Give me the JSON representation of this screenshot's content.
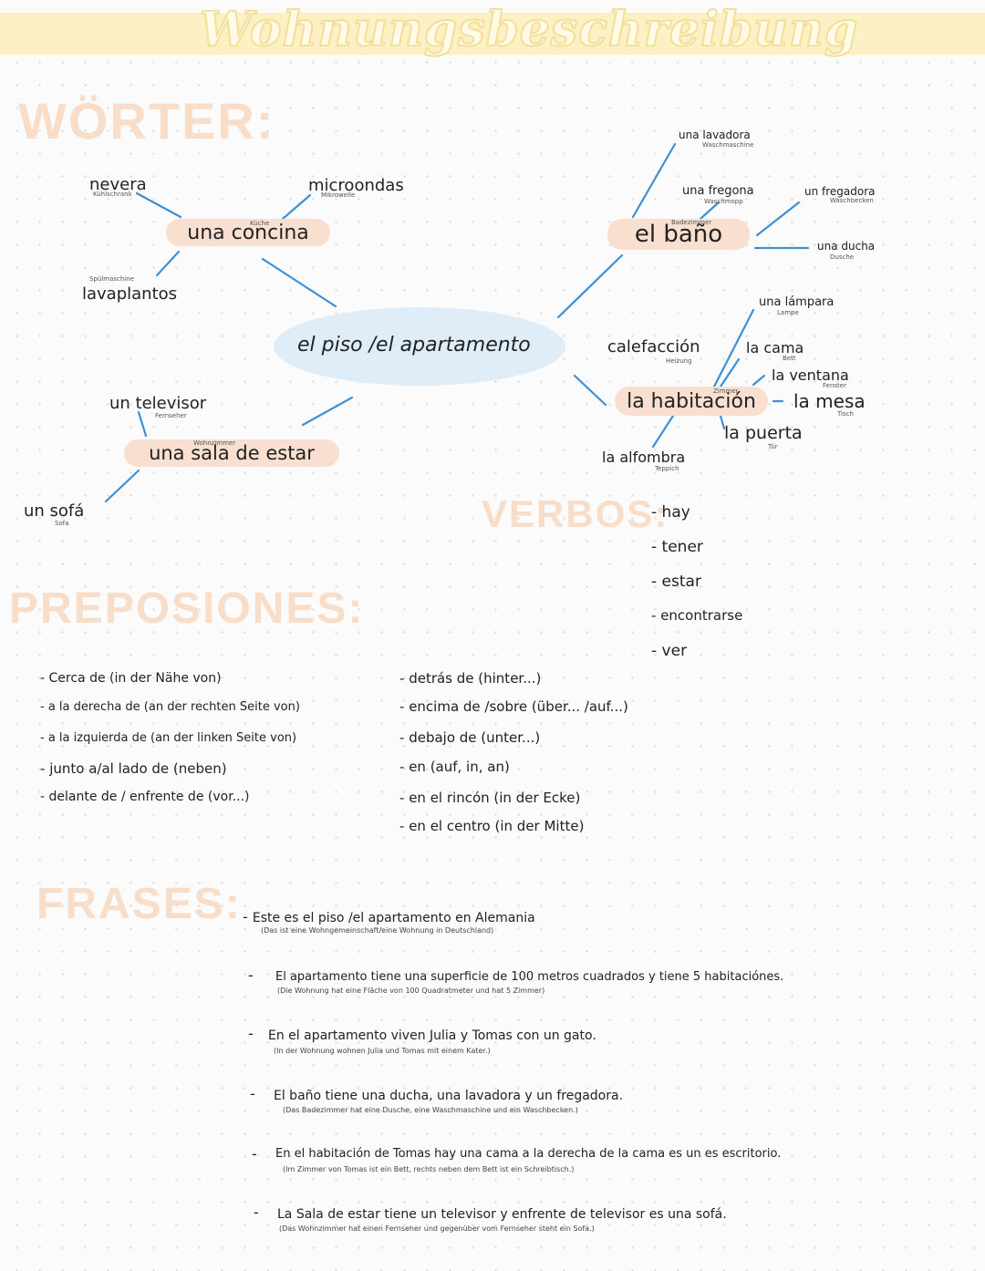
{
  "title": "Wohnungsbeschreibung",
  "colors": {
    "title_fill": "#fffbe6",
    "title_band": "#fbf1c4",
    "heading": "#f8ddc8",
    "room_bubble": "#f8dfd0",
    "center_bubble": "#dfedf9",
    "lines": "#3d8fd6"
  },
  "sections": {
    "woerter": "WÖRTER:",
    "verbos": "VERBOS:",
    "preposiciones": "PREPOSIONES:",
    "frases": "FRASES:"
  },
  "mindmap": {
    "center": "el piso /el apartamento",
    "cocina": {
      "label": "una concina",
      "de": "Küche",
      "items": [
        {
          "es": "nevera",
          "de": "Kühlschrank"
        },
        {
          "es": "microondas",
          "de": "Mikrowelle"
        },
        {
          "es": "lavaplantos",
          "de": "Spülmaschine"
        }
      ]
    },
    "sala": {
      "label": "una sala de estar",
      "de": "Wohnzimmer",
      "items": [
        {
          "es": "un televisor",
          "de": "Fernseher"
        },
        {
          "es": "un sofá",
          "de": "Sofa"
        }
      ]
    },
    "bano": {
      "label": "el baño",
      "de": "Badezimmer",
      "items": [
        {
          "es": "una lavadora",
          "de": "Waschmaschine"
        },
        {
          "es": "una fregona",
          "de": "Waschmopp"
        },
        {
          "es": "un fregadora",
          "de": "Waschbecken"
        },
        {
          "es": "una ducha",
          "de": "Dusche"
        }
      ]
    },
    "habitacion": {
      "label": "la habitación",
      "de": "Zimmer",
      "items": [
        {
          "es": "una lámpara",
          "de": "Lampe"
        },
        {
          "es": "calefacción",
          "de": "Heizung"
        },
        {
          "es": "la cama",
          "de": "Bett"
        },
        {
          "es": "la ventana",
          "de": "Fenster"
        },
        {
          "es": "la mesa",
          "de": "Tisch"
        },
        {
          "es": "la puerta",
          "de": "Tür"
        },
        {
          "es": "la alfombra",
          "de": "Teppich"
        }
      ]
    }
  },
  "verbos": [
    "hay",
    "tener",
    "estar",
    "encontrarse",
    "ver"
  ],
  "preposiciones_left": [
    "Cerca de (in der Nähe von)",
    "a la derecha de (an der rechten Seite von)",
    "a la izquierda de (an der linken Seite von)",
    "junto a/al lado de (neben)",
    "delante de / enfrente de (vor...)"
  ],
  "preposiciones_right": [
    "detrás de (hinter...)",
    "encima de /sobre (über... /auf...)",
    "debajo de (unter...)",
    "en (auf, in, an)",
    "en el rincón (in der Ecke)",
    "en el centro (in der Mitte)"
  ],
  "frases": [
    {
      "es": "Este es el piso /el apartamento en Alemania",
      "de": "(Das ist eine Wohngemeinschaft/eine Wohnung in Deutschland)"
    },
    {
      "es": "El apartamento tiene una superficie de 100 metros cuadrados y tiene 5 habitaciónes.",
      "de": "(Die Wohnung hat eine Fläche von 100 Quadratmeter und hat 5 Zimmer)"
    },
    {
      "es": "En el apartamento viven Julia y Tomas con un gato.",
      "de": "(In der Wohnung wohnen Julia und Tomas mit einem Kater.)"
    },
    {
      "es": "El baño tiene una ducha, una lavadora y un fregadora.",
      "de": "(Das Badezimmer hat eine Dusche, eine Waschmaschine und ein Waschbecken.)"
    },
    {
      "es": "En el habitación de Tomas hay una cama a la derecha de la cama es un es escritorio.",
      "de": "(Im Zimmer von Tomas ist ein Bett, rechts neben dem Bett ist ein Schreibtisch.)"
    },
    {
      "es": "La Sala de estar tiene un televisor y enfrente de televisor es una sofá.",
      "de": "(Das Wohnzimmer hat einen Fernseher und gegenüber vom Fernseher steht ein Sofa.)"
    }
  ]
}
